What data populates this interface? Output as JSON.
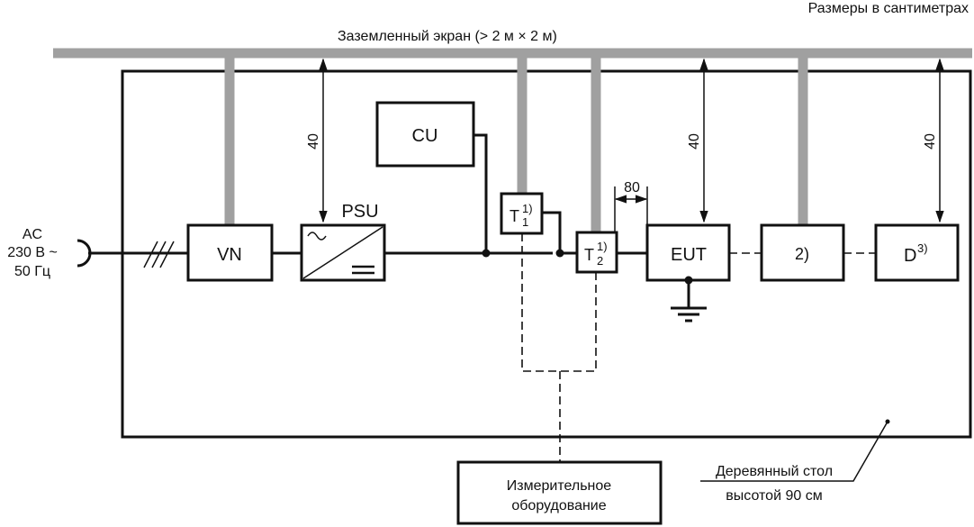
{
  "diagram": {
    "units_note": "Размеры  в сантиметрах",
    "ground_plane_label": "Заземленный экран (> 2 м × 2 м)",
    "supply_label": [
      "AC",
      "230 В ~",
      "50 Гц"
    ],
    "blocks": {
      "vn": "VN",
      "psu": "PSU",
      "cu": "CU",
      "t1": {
        "base": "T",
        "sup": "1)",
        "sub": "1"
      },
      "t2": {
        "base": "T",
        "sup": "1)",
        "sub": "2"
      },
      "eut": "EUT",
      "aux": "2)",
      "d": {
        "base": "D",
        "sup": "3)"
      },
      "measurement": [
        "Измерительное",
        "оборудование"
      ]
    },
    "dimensions": {
      "psu_height": "40",
      "eut_height": "40",
      "d_height": "40",
      "t2_eut_distance": "80"
    },
    "table_label": [
      "Деревянный стол",
      "высотой 90 см"
    ],
    "colors": {
      "ground_plane": "#a0a0a0",
      "lines": "#111111",
      "background": "#ffffff"
    }
  }
}
